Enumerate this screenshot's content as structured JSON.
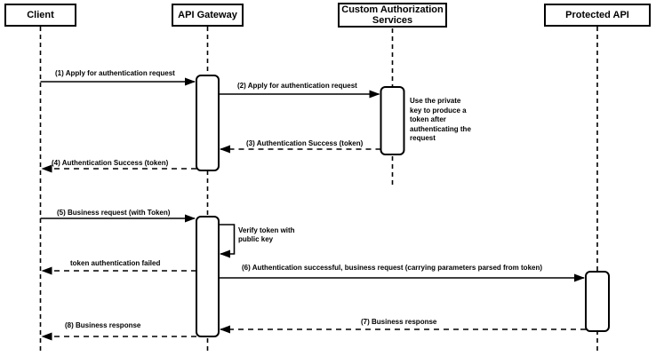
{
  "diagram": {
    "type": "sequence-diagram",
    "colors": {
      "line": "#000000",
      "fill": "#ffffff"
    },
    "participants": [
      {
        "id": "client",
        "label": "Client"
      },
      {
        "id": "api-gateway",
        "label": "API Gateway"
      },
      {
        "id": "custom-authorization-services",
        "label": "Custom Authorization Services"
      },
      {
        "id": "protected-api",
        "label": "Protected API"
      }
    ],
    "messages": [
      {
        "num": "1",
        "label": "(1) Apply for authentication request",
        "from": "Client",
        "to": "API Gateway",
        "style": "solid"
      },
      {
        "num": "2",
        "label": "(2) Apply for authentication request",
        "from": "API Gateway",
        "to": "Custom Authorization Services",
        "style": "solid"
      },
      {
        "num": "3",
        "label": "(3) Authentication Success (token)",
        "from": "Custom Authorization Services",
        "to": "API Gateway",
        "style": "dashed"
      },
      {
        "num": "4",
        "label": "(4) Authentication Success (token)",
        "from": "API Gateway",
        "to": "Client",
        "style": "dashed"
      },
      {
        "num": "5",
        "label": "(5) Business request (with Token)",
        "from": "Client",
        "to": "API Gateway",
        "style": "solid"
      },
      {
        "label": "Verify token with public key",
        "from": "API Gateway",
        "to": "API Gateway",
        "style": "self"
      },
      {
        "label": "token authentication failed",
        "from": "API Gateway",
        "to": "Client",
        "style": "dashed"
      },
      {
        "num": "6",
        "label": "(6) Authentication successful, business request (carrying parameters parsed from token)",
        "from": "API Gateway",
        "to": "Protected API",
        "style": "solid"
      },
      {
        "num": "7",
        "label": "(7) Business response",
        "from": "Protected API",
        "to": "API Gateway",
        "style": "dashed"
      },
      {
        "num": "8",
        "label": "(8) Business response",
        "from": "API Gateway",
        "to": "Client",
        "style": "dashed"
      }
    ],
    "notes": [
      {
        "label": "Use the private key to produce a token after authenticating the request",
        "attached_to": "Custom Authorization Services"
      }
    ]
  }
}
